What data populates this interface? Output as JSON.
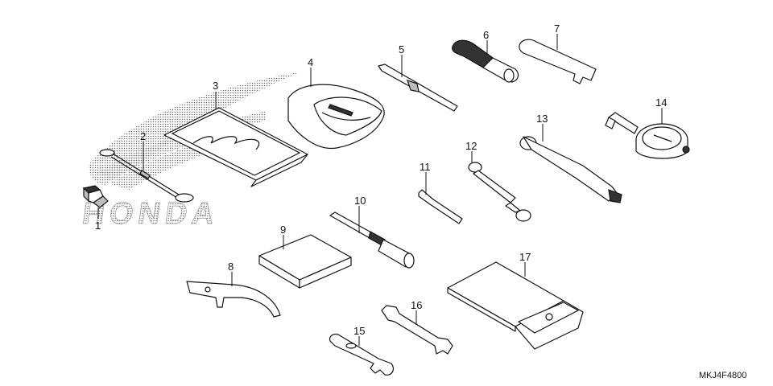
{
  "drawing_code": "MKJ4F4800",
  "logo_text": "HONDA",
  "callouts": [
    "1",
    "2",
    "3",
    "4",
    "5",
    "6",
    "7",
    "8",
    "9",
    "10",
    "11",
    "12",
    "13",
    "14",
    "15",
    "16",
    "17"
  ]
}
